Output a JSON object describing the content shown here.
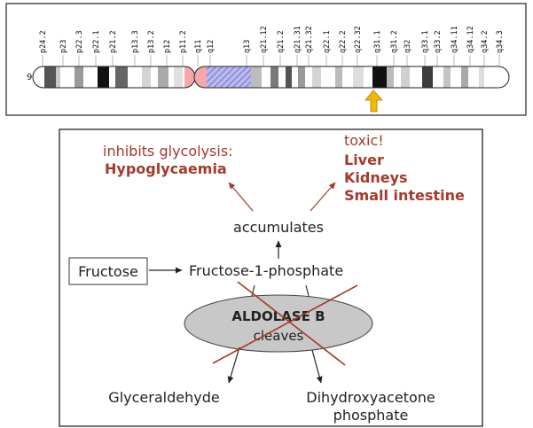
{
  "chromosome": {
    "number": "9",
    "bands": [
      "p24.2",
      "p23",
      "p22.3",
      "p22.1",
      "p21.2",
      "p13.3",
      "p13.2",
      "p12",
      "p11.2",
      "q11",
      "q12",
      "q13",
      "q21.12",
      "q21.2",
      "q21.31",
      "q21.32",
      "q22.1",
      "q22.2",
      "q22.32",
      "q31.1",
      "q31.2",
      "q32",
      "q33.1",
      "q33.2",
      "q34.11",
      "q34.12",
      "q34.2",
      "q34.3"
    ],
    "marker": "q31.1",
    "marker_color": "#f5b800"
  },
  "pathway": {
    "substrate": "Fructose",
    "intermediate": "Fructose-1-phosphate",
    "accumulates": "accumulates",
    "effect_left": {
      "title": "inhibits glycolysis:",
      "items": [
        "Hypoglycaemia"
      ]
    },
    "effect_right": {
      "title": "toxic!",
      "items": [
        "Liver",
        "Kidneys",
        "Small intestine"
      ]
    },
    "enzyme": {
      "name": "ALDOLASE B",
      "action": "cleaves"
    },
    "product_left": "Glyceraldehyde",
    "product_right": [
      "Dihydroxyacetone",
      "phosphate"
    ],
    "accent_color": "#a5392b"
  }
}
